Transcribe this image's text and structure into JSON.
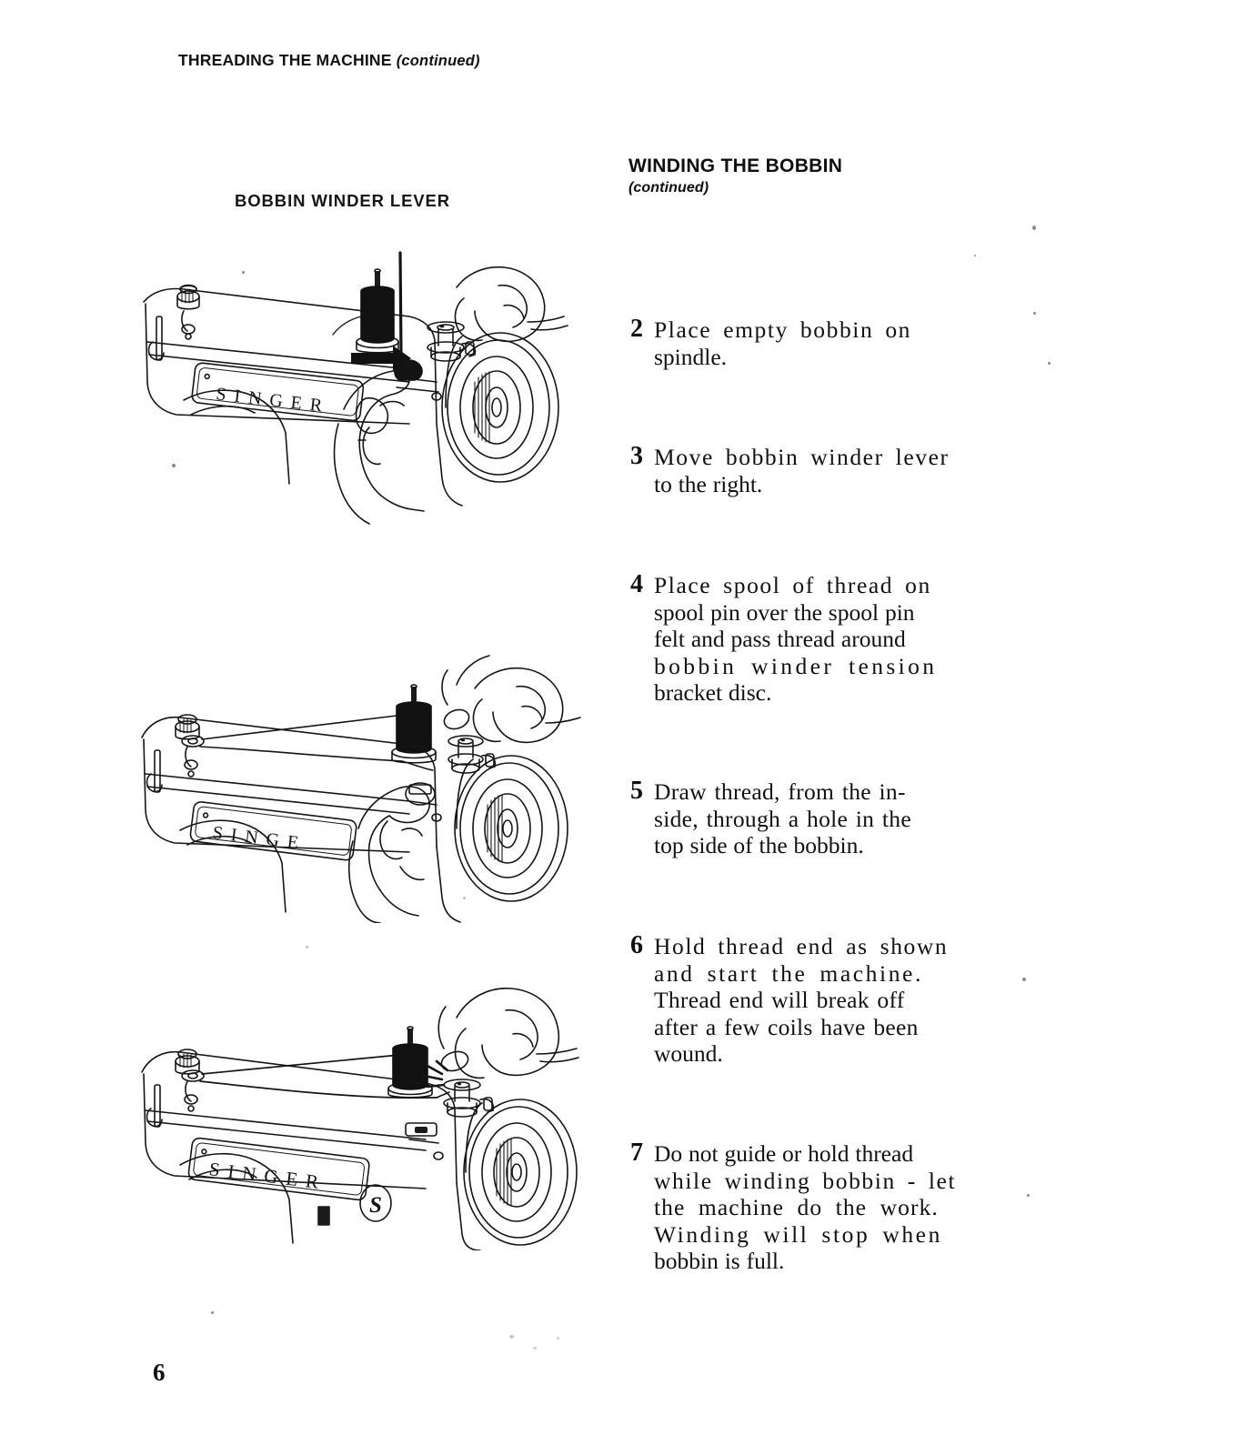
{
  "page": {
    "running_head": "THREADING THE MACHINE",
    "running_head_continued": "(continued)",
    "folio": "6"
  },
  "figure_caption": {
    "label": "BOBBIN WINDER LEVER"
  },
  "section": {
    "title": "WINDING THE BOBBIN",
    "continued": "(continued)"
  },
  "brand": {
    "nameplate": "SINGER",
    "emblem": "S"
  },
  "steps": [
    {
      "number": "2",
      "lines": [
        "Place  empty  bobbin  on",
        "spindle."
      ]
    },
    {
      "number": "3",
      "lines": [
        "Move  bobbin  winder  lever",
        "to the right."
      ]
    },
    {
      "number": "4",
      "lines": [
        "Place  spool  of  thread  on",
        "spool pin over the spool pin",
        "felt and pass thread around",
        "bobbin  winder  tension",
        "bracket disc."
      ]
    },
    {
      "number": "5",
      "lines": [
        "Draw  thread,  from  the  in-",
        "side,  through  a  hole  in  the",
        "top side of the bobbin."
      ]
    },
    {
      "number": "6",
      "lines": [
        "Hold  thread  end  as  shown",
        "and  start  the  machine.",
        "Thread  end  will  break  off",
        "after  a  few  coils  have  been",
        "wound."
      ]
    },
    {
      "number": "7",
      "lines": [
        "Do not guide or hold thread",
        "while  winding  bobbin  -  let",
        "the  machine  do  the  work.",
        "Winding  will  stop  when",
        "bobbin is full."
      ]
    }
  ],
  "figures": [
    {
      "name": "figure-bobbin-winder-lever",
      "description": "Sewing machine with hand moving bobbin winder lever to the right; pointer arrow from caption; empty bobbin on spindle"
    },
    {
      "name": "figure-thread-around-tension-disc",
      "description": "Sewing machine with thread passing from spool pin around bobbin winder tension bracket disc, hand drawing thread to bobbin"
    },
    {
      "name": "figure-hold-thread-end",
      "description": "Sewing machine with hand holding thread end while bobbin winds, motion marks at bobbin"
    }
  ],
  "colors": {
    "ink": "#111111",
    "paper": "#ffffff"
  }
}
